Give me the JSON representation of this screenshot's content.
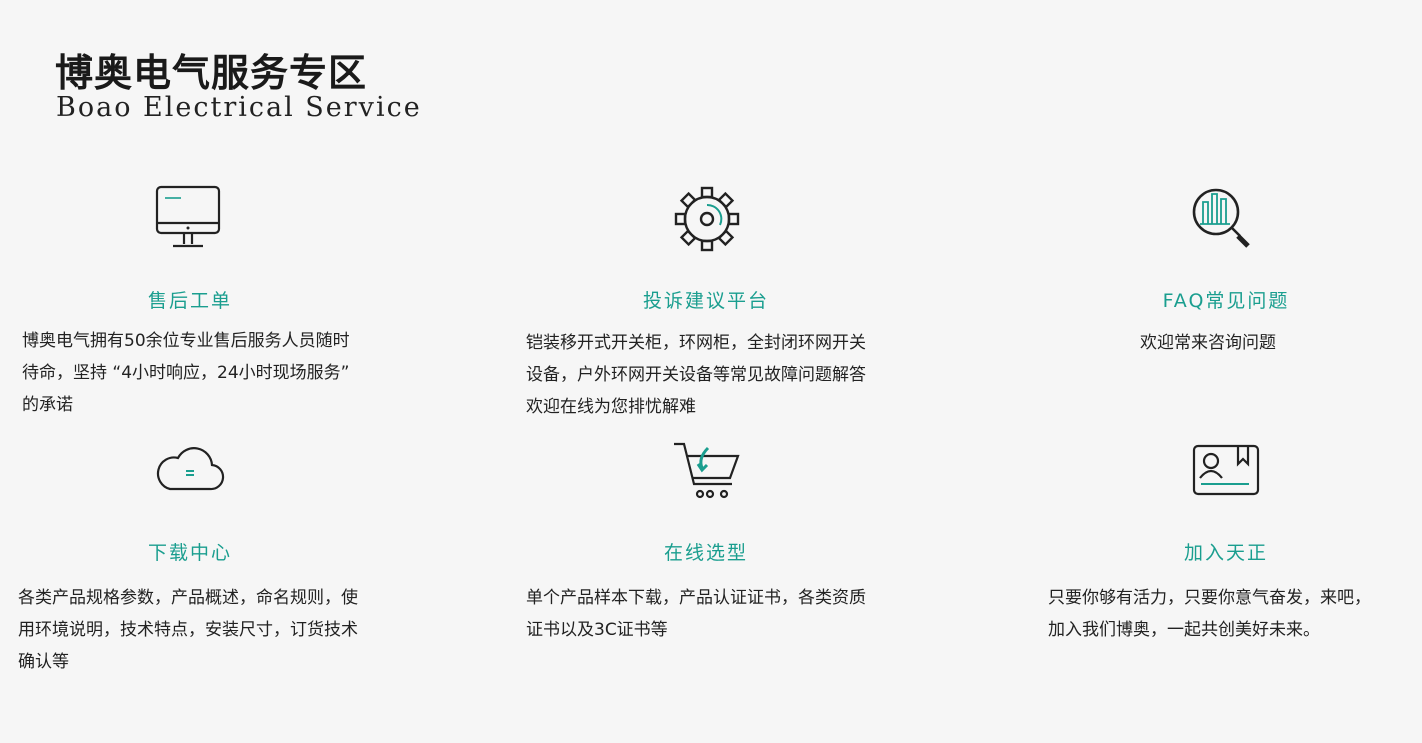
{
  "header": {
    "title": "博奥电气服务专区",
    "subtitle": "Boao Electrical Service"
  },
  "accent_color": "#1a9e8f",
  "cards": [
    {
      "icon": "monitor-icon",
      "title": "售后工单",
      "desc": "博奥电气拥有50余位专业售后服务人员随时\n待命，坚持 “4小时响应，24小时现场服务”\n的承诺"
    },
    {
      "icon": "gear-icon",
      "title": "投诉建议平台",
      "desc": "铠装移开式开关柜，环网柜，全封闭环网开关\n设备，户外环网开关设备等常见故障问题解答\n欢迎在线为您排忧解难"
    },
    {
      "icon": "search-chart-icon",
      "title": "FAQ常见问题",
      "desc": "欢迎常来咨询问题"
    },
    {
      "icon": "cloud-icon",
      "title": "下载中心",
      "desc": "各类产品规格参数，产品概述，命名规则，使\n用环境说明，技术特点，安装尺寸，订货技术\n确认等"
    },
    {
      "icon": "cart-icon",
      "title": "在线选型",
      "desc": "单个产品样本下载，产品认证证书，各类资质\n证书以及3C证书等"
    },
    {
      "icon": "id-card-icon",
      "title": "加入天正",
      "desc": "只要你够有活力，只要你意气奋发，来吧，\n加入我们博奥，一起共创美好未来。"
    }
  ]
}
